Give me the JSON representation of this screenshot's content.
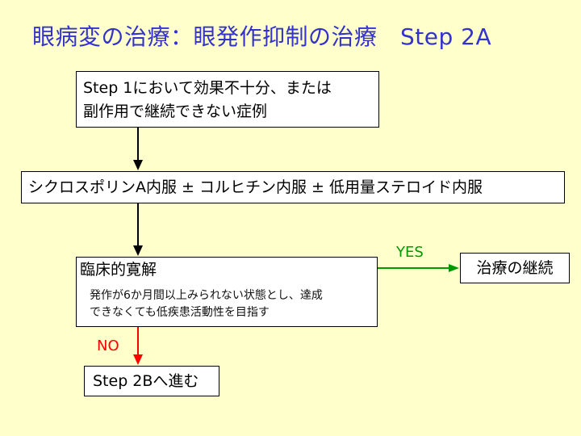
{
  "title": "眼病変の治療：眼発作抑制の治療　Step 2A",
  "nodes": {
    "step1_condition": {
      "line1": "Step 1において効果不十分、または",
      "line2": "副作用で継続できない症例"
    },
    "treatment": "シクロスポリンA内服 ± コルヒチン内服 ± 低用量ステロイド内服",
    "remission": {
      "title": "臨床的寛解",
      "detail_line1": "発作が6か月間以上みられない状態とし、達成",
      "detail_line2": "できなくても低疾患活動性を目指す"
    },
    "continue": "治療の継続",
    "step2b": "Step 2Bへ進む"
  },
  "edges": {
    "yes_label": "YES",
    "no_label": "NO"
  },
  "colors": {
    "background": "#FFFFCC",
    "title": "#3333CC",
    "yes": "#009900",
    "no": "#FF0000",
    "arrow": "#000000"
  }
}
